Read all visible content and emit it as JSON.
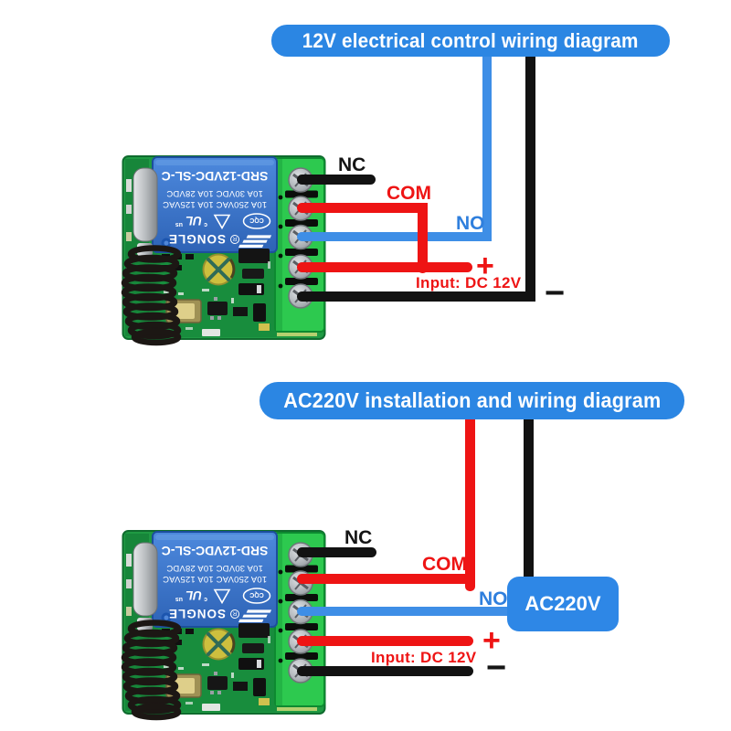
{
  "page": {
    "background": "#ffffff",
    "description": "RF relay module wiring diagrams"
  },
  "sections": [
    {
      "banner": "12V electrical control wiring diagram",
      "wire_labels": {
        "nc": "NC",
        "com": "COM",
        "no": "NO",
        "plus": "+",
        "minus": "−",
        "input": "Input: DC 12V"
      }
    },
    {
      "banner": "AC220V installation and wiring diagram",
      "wire_labels": {
        "nc": "NC",
        "com": "COM",
        "no": "NO",
        "plus": "+",
        "minus": "−",
        "input": "Input: DC 12V"
      },
      "load_label": "AC220V"
    }
  ],
  "module": {
    "relay": {
      "brand": "SONGLE",
      "registered": "R",
      "model": "SRD-12VDC-SL-C",
      "rating_ac": "10A 250VAC 10A 125VAC",
      "rating_dc": "10A 30VDC 10A 28VDC",
      "cert_prefix": "c",
      "cert_ul": "UL",
      "cert_suffix": "us",
      "cert_cqc": "CQC"
    }
  },
  "colors": {
    "banner_blue": "#2b86e3",
    "load_box_blue": "#2e87e6",
    "wire_red": "#ee1414",
    "wire_blue": "#3e8ee6",
    "wire_black": "#121212",
    "pcb_green": "#1f9a43",
    "terminal_green": "#2dc94f",
    "relay_blue": "#3c78d2"
  }
}
